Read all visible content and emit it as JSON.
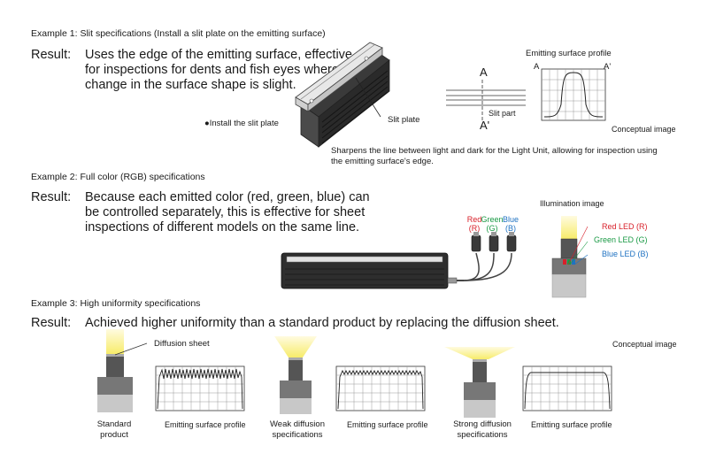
{
  "example1": {
    "title": "Example 1: Slit specifications (Install a slit plate on the emitting surface)",
    "result_label": "Result:",
    "result_lines": [
      "Uses the edge of the emitting surface, effective",
      "for inspections for dents and fish eyes where the",
      "change in the surface shape is slight."
    ],
    "install_note": "●Install the slit plate",
    "slit_plate_label": "Slit plate",
    "section_A": "A",
    "section_A_prime": "A'",
    "slit_part_label": "Slit part",
    "profile_title": "Emitting surface profile",
    "profile_A": "A",
    "profile_A_prime": "A'",
    "conceptual": "Conceptual image",
    "caption_lines": [
      "Sharpens the line between light and dark for the Light Unit, allowing for inspection using",
      "the emitting surface's edge."
    ]
  },
  "example2": {
    "title": "Example 2: Full color (RGB) specifications",
    "result_label": "Result:",
    "result_lines": [
      "Because each emitted color (red, green, blue) can",
      "be controlled separately, this is effective for sheet",
      "inspections of different models on the same line."
    ],
    "cables": [
      {
        "name": "Red",
        "code": "(R)",
        "color": "#d8202a"
      },
      {
        "name": "Green",
        "code": "(G)",
        "color": "#1a9a45"
      },
      {
        "name": "Blue",
        "code": "(B)",
        "color": "#1f72c2"
      }
    ],
    "illumination_title": "Illumination image",
    "leds": [
      {
        "label": "Red LED (R)",
        "color": "#d8202a"
      },
      {
        "label": "Green LED (G)",
        "color": "#1a9a45"
      },
      {
        "label": "Blue LED (B)",
        "color": "#1f72c2"
      }
    ]
  },
  "example3": {
    "title": "Example 3: High uniformity specifications",
    "result_label": "Result:",
    "result_line": "Achieved higher uniformity than a standard product by replacing the diffusion sheet.",
    "conceptual": "Conceptual image",
    "diffusion_label": "Diffusion sheet",
    "profile_label": "Emitting surface profile",
    "products": [
      {
        "lines": [
          "Standard",
          "product"
        ]
      },
      {
        "lines": [
          "Weak diffusion",
          "specifications"
        ]
      },
      {
        "lines": [
          "Strong diffusion",
          "specifications"
        ]
      }
    ]
  },
  "colors": {
    "light_yellow": "#f7ec6a",
    "body_dark": "#555555",
    "body_light": "#c8c8c8"
  }
}
